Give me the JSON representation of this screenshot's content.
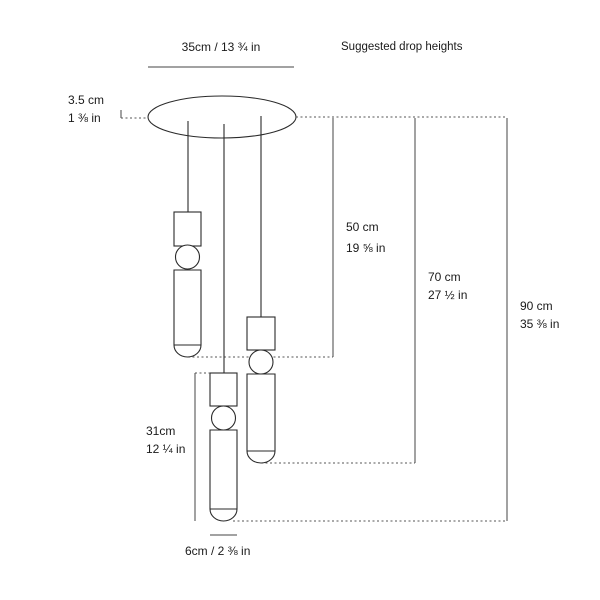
{
  "diagram": {
    "heading": "Suggested drop heights",
    "canopy": {
      "width_label": "35cm / 13 ¾ in",
      "height_cm": "3.5 cm",
      "height_in": "1 ⅜ in"
    },
    "drops": [
      {
        "cm": "50 cm",
        "in": "19 ⅝ in"
      },
      {
        "cm": "70 cm",
        "in": "27 ½ in"
      },
      {
        "cm": "90 cm",
        "in": "35 ⅜ in"
      }
    ],
    "pendant": {
      "length_cm": "31cm",
      "length_in": "12 ¼ in",
      "width_label": "6cm / 2 ⅜ in"
    }
  }
}
